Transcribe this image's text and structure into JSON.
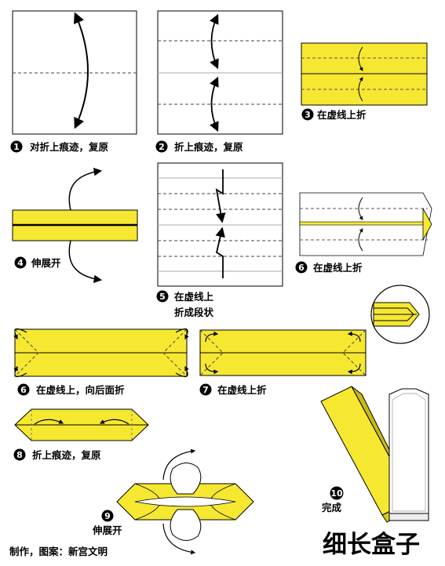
{
  "title": "细长盒子",
  "credits": "制作，图案：新宫文明",
  "colors": {
    "paper_yellow": "#f6e831",
    "line": "#000000",
    "paper_white": "#ffffff",
    "crease": "#777777"
  },
  "steps": [
    {
      "number": "1",
      "label": "对折上痕迹，复原"
    },
    {
      "number": "2",
      "label": "折上痕迹，复原"
    },
    {
      "number": "3",
      "label": "在虚线上折"
    },
    {
      "number": "4",
      "label": "伸展开"
    },
    {
      "number": "5",
      "label_line1": "在虚线上",
      "label_line2": "折成段状"
    },
    {
      "number": "6",
      "label": "在虚线上折"
    },
    {
      "number": "6",
      "label": "在虚线上，向后面折"
    },
    {
      "number": "7",
      "label": "在虚线上折"
    },
    {
      "number": "8",
      "label": "折上痕迹，复原"
    },
    {
      "number": "9",
      "label": "伸展开"
    },
    {
      "number": "10",
      "label": "完成"
    }
  ]
}
